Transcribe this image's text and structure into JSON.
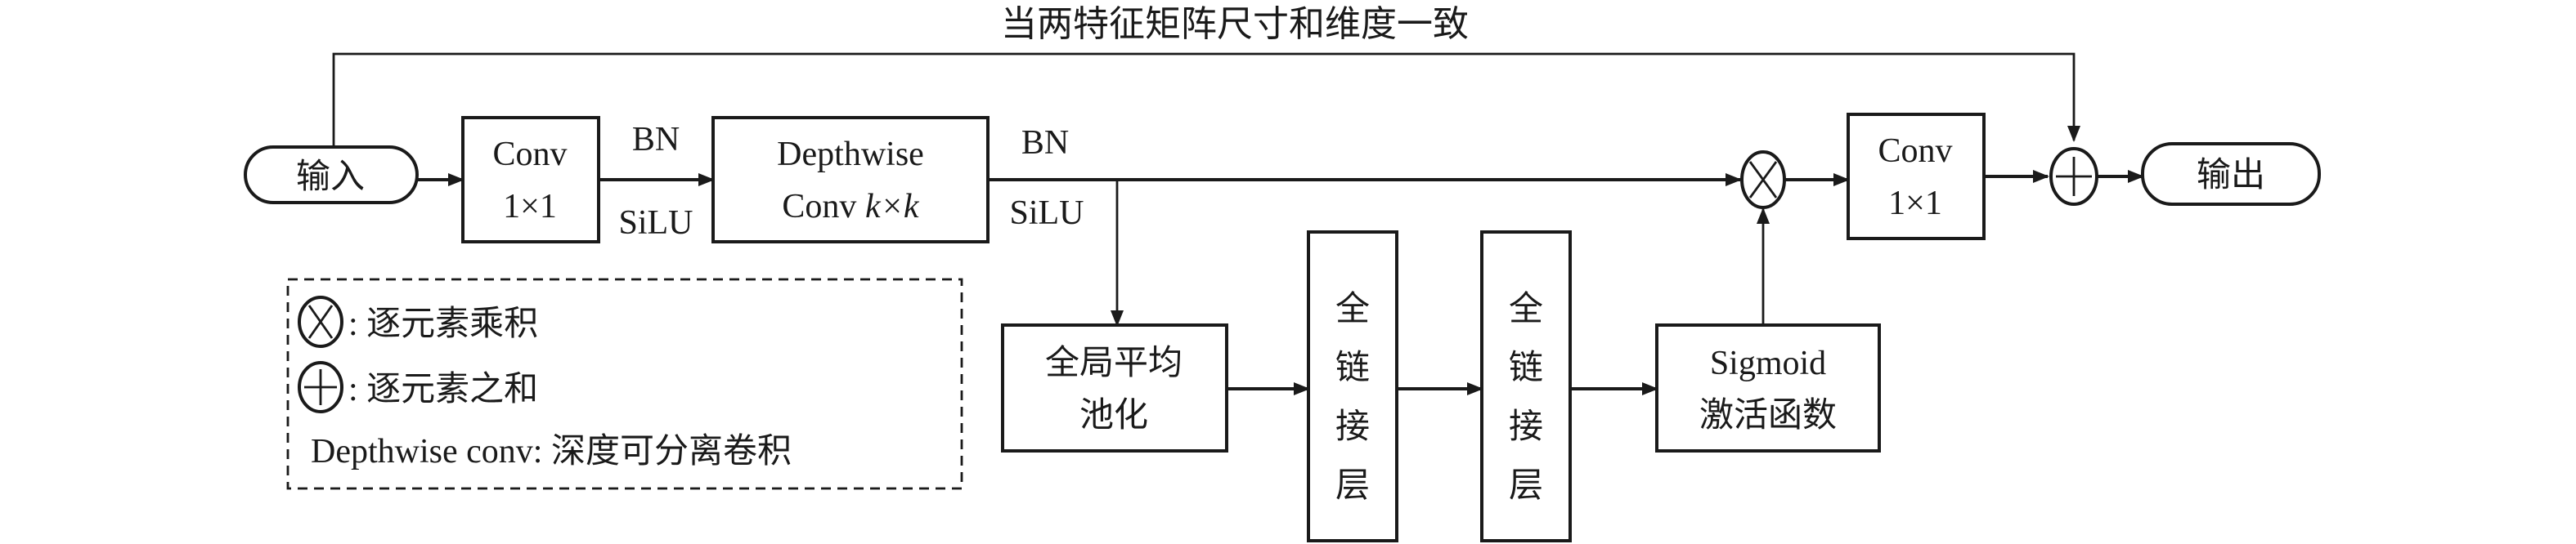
{
  "diagram": {
    "skip_label": "当两特征矩阵尺寸和维度一致",
    "input_label": "输入",
    "output_label": "输出",
    "conv1": {
      "line1": "Conv",
      "line2": "1×1"
    },
    "bn1": "BN",
    "silu1": "SiLU",
    "depthwise": {
      "line1": "Depthwise",
      "line2_prefix": "Conv ",
      "line2_k": "k×k"
    },
    "bn2": "BN",
    "silu2": "SiLU",
    "gap": {
      "line1": "全局平均",
      "line2": "池化"
    },
    "fc1": [
      "全",
      "链",
      "接",
      "层"
    ],
    "fc2": [
      "全",
      "链",
      "接",
      "层"
    ],
    "sigmoid": {
      "line1": "Sigmoid",
      "line2": "激活函数"
    },
    "conv2": {
      "line1": "Conv",
      "line2": "1×1"
    }
  },
  "legend": {
    "multiply": ": 逐元素乘积",
    "add": ": 逐元素之和",
    "depthwise": "Depthwise conv: 深度可分离卷积"
  },
  "colors": {
    "stroke": "#1a1a1a",
    "background": "#ffffff"
  }
}
